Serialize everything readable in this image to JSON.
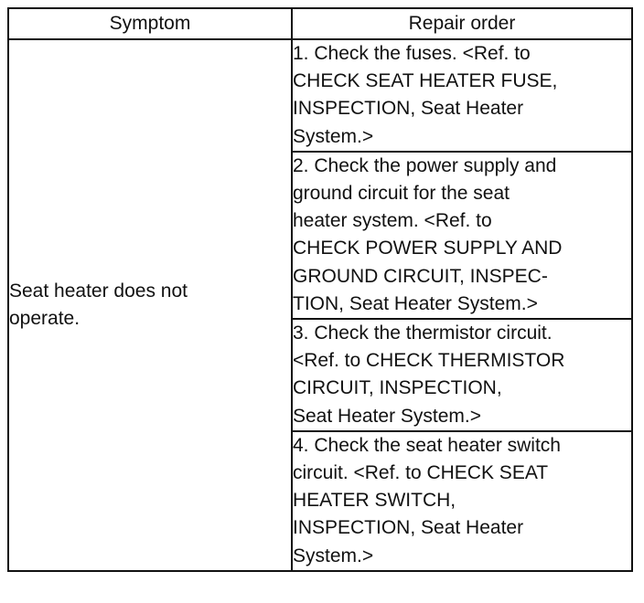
{
  "table": {
    "headers": [
      "Symptom",
      "Repair order"
    ],
    "symptom_lines": [
      "Seat heater does not",
      "operate."
    ],
    "steps": [
      {
        "lines": [
          "1. Check the fuses. <Ref. to",
          "CHECK SEAT HEATER FUSE,",
          "INSPECTION, Seat  Heater",
          "System.>"
        ]
      },
      {
        "lines": [
          "2. Check the power supply and",
          "ground circuit for the seat",
          "heater system. <Ref. to",
          "CHECK POWER SUPPLY AND",
          "GROUND CIRCUIT, INSPEC-",
          "TION, Seat Heater System.>"
        ]
      },
      {
        "lines": [
          "3. Check the thermistor circuit.",
          "<Ref. to CHECK THERMISTOR",
          "CIRCUIT, INSPECTION,",
          " Seat Heater System.>"
        ]
      },
      {
        "lines": [
          "4. Check the seat heater switch",
          "circuit. <Ref. to CHECK  SEAT",
          "HEATER SWITCH,",
          "INSPECTION, Seat Heater",
          "System.>"
        ]
      }
    ]
  }
}
